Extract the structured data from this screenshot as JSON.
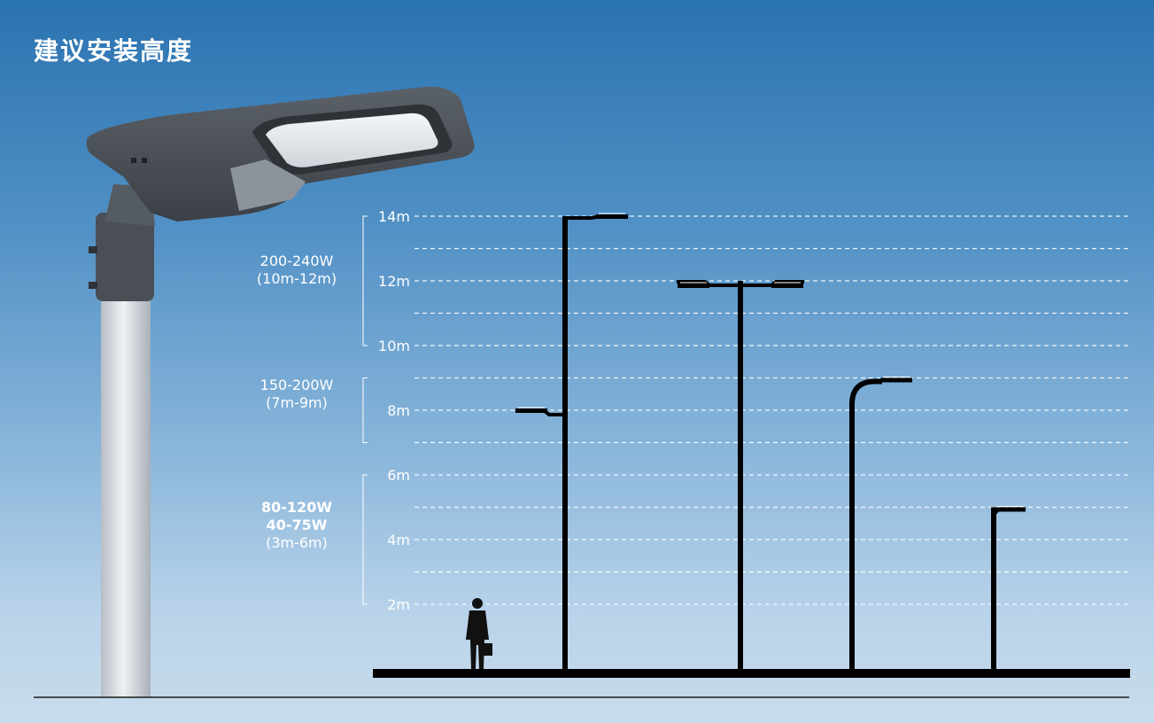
{
  "title": "建议安装高度",
  "axis": {
    "unit": "m",
    "ticks": [
      {
        "value": 2,
        "label": "2m"
      },
      {
        "value": 4,
        "label": "4m"
      },
      {
        "value": 6,
        "label": "6m"
      },
      {
        "value": 8,
        "label": "8m"
      },
      {
        "value": 10,
        "label": "10m"
      },
      {
        "value": 12,
        "label": "12m"
      },
      {
        "value": 14,
        "label": "14m"
      }
    ],
    "gridlines_m": [
      2,
      3,
      4,
      5,
      6,
      7,
      8,
      9,
      10,
      11,
      12,
      13,
      14
    ]
  },
  "groups": [
    {
      "lines": [
        "200-240W",
        "(10m-12m)"
      ],
      "bold": [
        false,
        false
      ],
      "range_m": [
        10,
        14
      ]
    },
    {
      "lines": [
        "150-200W",
        "(7m-9m)"
      ],
      "bold": [
        false,
        false
      ],
      "range_m": [
        7,
        9
      ]
    },
    {
      "lines": [
        "80-120W",
        "40-75W",
        "(3m-6m)"
      ],
      "bold": [
        true,
        true,
        false
      ],
      "range_m": [
        2,
        6
      ]
    }
  ],
  "poles": [
    {
      "name": "pole-14m-double-height",
      "height_m": 14,
      "style": "single-arm-right",
      "secondary_m": 8
    },
    {
      "name": "pole-12m-double-arm",
      "height_m": 12,
      "style": "double-arm"
    },
    {
      "name": "pole-9m-curved",
      "height_m": 9,
      "style": "curved-arm"
    },
    {
      "name": "pole-5m-short",
      "height_m": 5,
      "style": "short-arm"
    }
  ],
  "colors": {
    "sky_top": "#2a73b1",
    "sky_bottom": "#c8dcec",
    "pole": "#000000",
    "gridline": "#ffffff",
    "text": "#ffffff",
    "product_body": "#4a4f55",
    "product_pole": "#d9dde2"
  }
}
